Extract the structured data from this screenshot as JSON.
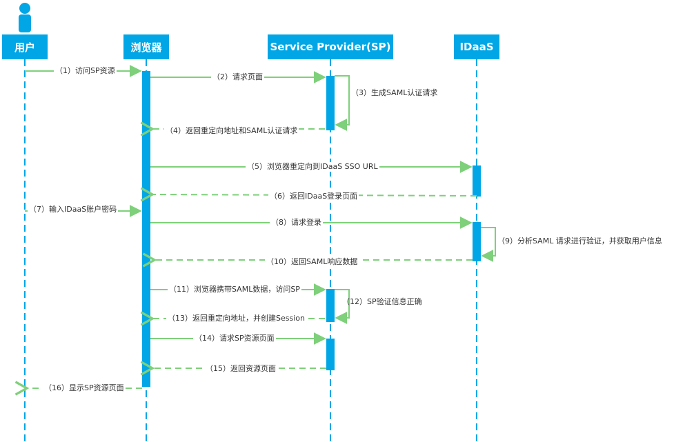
{
  "participants": [
    {
      "id": "user",
      "label": "用户"
    },
    {
      "id": "browser",
      "label": "浏览器"
    },
    {
      "id": "sp",
      "label": "Service Provider(SP)"
    },
    {
      "id": "idaas",
      "label": "IDaaS"
    }
  ],
  "messages": [
    {
      "label": "（1）访问SP资源",
      "from": "user",
      "to": "browser",
      "style": "solid"
    },
    {
      "label": "（2）请求页面",
      "from": "browser",
      "to": "sp",
      "style": "solid"
    },
    {
      "label": "（3）生成SAML认证请求",
      "from": "sp",
      "to": "sp",
      "style": "solid"
    },
    {
      "label": "（4）返回重定向地址和SAML认证请求",
      "from": "sp",
      "to": "browser",
      "style": "dashed"
    },
    {
      "label": "（5）浏览器重定向到IDaaS SSO URL",
      "from": "browser",
      "to": "idaas",
      "style": "solid"
    },
    {
      "label": "（6）返回IDaaS登录页面",
      "from": "idaas",
      "to": "browser",
      "style": "dashed"
    },
    {
      "label": "（7）输入IDaaS账户密码",
      "from": "user",
      "to": "browser",
      "style": "solid"
    },
    {
      "label": "（8）请求登录",
      "from": "browser",
      "to": "idaas",
      "style": "solid"
    },
    {
      "label": "（9）分析SAML 请求进行验证，并获取用户信息",
      "from": "idaas",
      "to": "idaas",
      "style": "solid"
    },
    {
      "label": "（10）返回SAML响应数据",
      "from": "idaas",
      "to": "browser",
      "style": "dashed"
    },
    {
      "label": "（11）浏览器携带SAML数据，访问SP",
      "from": "browser",
      "to": "sp",
      "style": "solid"
    },
    {
      "label": "（12）SP验证信息正确",
      "from": "sp",
      "to": "sp",
      "style": "solid"
    },
    {
      "label": "（13）返回重定向地址，并创建Session",
      "from": "sp",
      "to": "browser",
      "style": "dashed"
    },
    {
      "label": "（14）请求SP资源页面",
      "from": "browser",
      "to": "sp",
      "style": "solid"
    },
    {
      "label": "（15）返回资源页面",
      "from": "sp",
      "to": "browser",
      "style": "dashed"
    },
    {
      "label": "（16）显示SP资源页面",
      "from": "browser",
      "to": "user",
      "style": "dashed"
    }
  ],
  "colors": {
    "actor": "#00a6e6",
    "lifeline": "#00a6e6",
    "activation": "#00a6e6",
    "arrow": "#7ed07a",
    "text": "#333333"
  },
  "icons": [
    "person-icon"
  ]
}
